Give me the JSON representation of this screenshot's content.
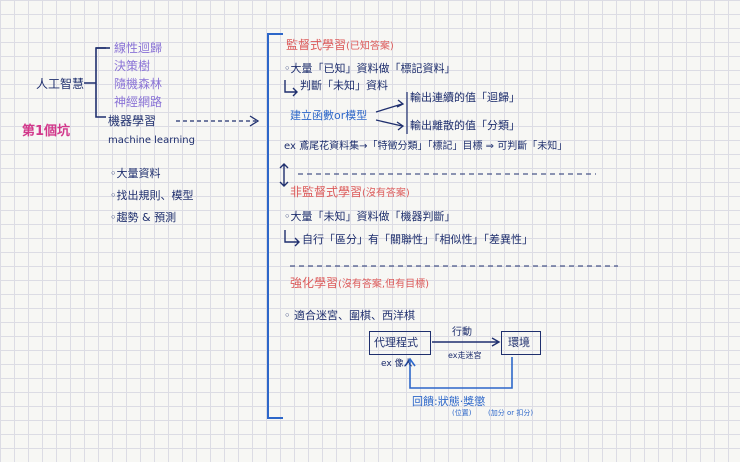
{
  "left": {
    "ai": "人工智慧",
    "methods": [
      "線性迴歸",
      "決策樹",
      "隨機森林",
      "神經網路"
    ],
    "title": "第1個坑",
    "ml": "機器學習",
    "ml_en": "machine learning",
    "bullets": [
      "大量資料",
      "找出規則、模型",
      "趨勢 & 預測"
    ]
  },
  "supervised": {
    "title": "監督式學習",
    "note": "(已知答案)",
    "line1": "大量「已知」資料做「標記資料」",
    "line2": "判斷「未知」資料",
    "model": "建立函數or模型",
    "out1": "輸出連續的值「迴歸」",
    "out2": "輸出離散的值「分類」",
    "example": "ex 鳶尾花資料集→「特徵分類」「標記」目標 ⇒ 可判斷「未知」"
  },
  "unsupervised": {
    "title": "非監督式學習",
    "note": "(沒有答案)",
    "line1": "大量「未知」資料做「機器判斷」",
    "line2": "自行「區分」有「關聯性」「相似性」「差異性」"
  },
  "reinforcement": {
    "title": "強化學習",
    "note": "(沒有答案,但有目標)",
    "line1": "適合迷宮、圍棋、西洋棋",
    "agent": "代理程式",
    "env": "環境",
    "action": "行動",
    "action_ex": "ex走迷宮",
    "agent_ex": "ex 像人",
    "feedback": "回饋:狀態·獎懲",
    "fb_state_note": "(位置)",
    "fb_reward_note": "(加分 or 扣分)"
  },
  "colors": {
    "navy": "#1f2f6e",
    "blue": "#2d67c9",
    "purple": "#8a73d6",
    "pink": "#d2388b",
    "red": "#dc5a5a"
  }
}
